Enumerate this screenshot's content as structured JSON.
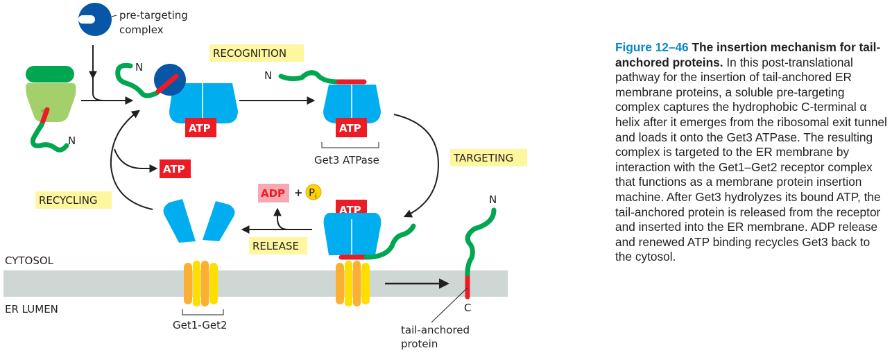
{
  "colors": {
    "get3_blue": "#00aeef",
    "pretargeting_blue": "#0857a6",
    "helix_red": "#ed1c24",
    "chain_green": "#00a650",
    "ribosome_dark_green": "#00a650",
    "ribosome_light_green": "#a3d06a",
    "label_highlight": "#fff6a0",
    "adp_box": "#f7a9b2",
    "pi_circle": "#ffd400",
    "membrane_gray": "#cfd7d4",
    "get1_orange": "#fbb034",
    "get2_yellow": "#ffde00",
    "caption_blue": "#0a87c9"
  },
  "diagram": {
    "pretargeting_label_line1": "pre-targeting",
    "pretargeting_label_line2": "complex",
    "stages": {
      "recognition": "RECOGNITION",
      "targeting": "TARGETING",
      "release": "RELEASE",
      "recycling": "RECYCLING"
    },
    "atp_label": "ATP",
    "adp_label": "ADP",
    "plus_sign": "+",
    "pi_label": "P",
    "pi_subscript": "i",
    "get3_label": "Get3 ATPase",
    "get1_get2_label": "Get1-Get2",
    "cytosol_label": "CYTOSOL",
    "er_lumen_label": "ER LUMEN",
    "n_terminus": "N",
    "c_terminus": "C",
    "tail_anchored_line1": "tail-anchored",
    "tail_anchored_line2": "protein"
  },
  "caption": {
    "figure_number": "Figure 12–46",
    "title": "The insertion mechanism for tail-anchored proteins.",
    "body": "In this post-translational pathway for the insertion of tail-anchored ER membrane proteins, a soluble pre-targeting complex captures the hydrophobic C-terminal α helix after it emerges from the ribosomal exit tunnel and loads it onto the Get3 ATPase. The resulting complex is targeted to the ER membrane by interaction with the Get1–Get2 receptor complex that functions as a membrane protein insertion machine. After Get3 hydrolyzes its bound ATP, the tail-anchored protein is released from the receptor and inserted into the ER membrane. ADP release and renewed ATP binding recycles Get3 back to the cytosol."
  }
}
